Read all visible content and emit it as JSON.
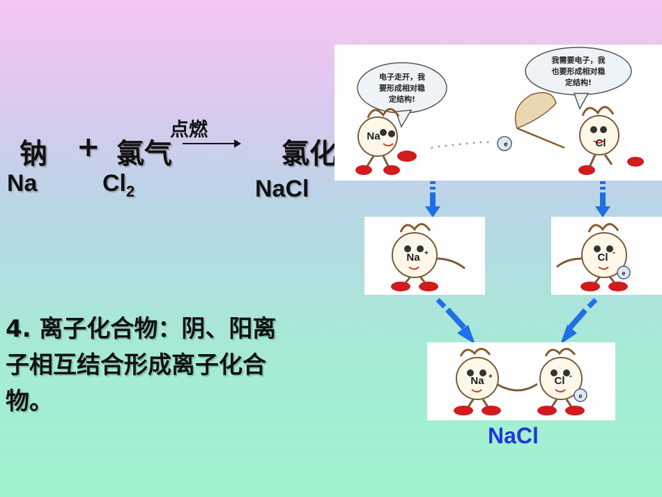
{
  "equation": {
    "reactant1": "钠",
    "plus": "+",
    "reactant2": "氯气",
    "condition": "点燃",
    "product": "氯化钠",
    "formula_reactant1": "Na",
    "formula_reactant2_base": "Cl",
    "formula_reactant2_sub": "2",
    "formula_product": "NaCl"
  },
  "definition": {
    "lines": [
      "4. 离子化合物：阴、阳离",
      "子相互结合形成离子化合",
      "物。"
    ]
  },
  "illustration": {
    "bubble_left": [
      "电子走开，我",
      "要形成相对稳",
      "定结构!"
    ],
    "bubble_right": [
      "我需要电子，我",
      "也要形成相对稳",
      "定结构!"
    ],
    "atom_na": "Na",
    "atom_cl": "Cl",
    "electron": "e",
    "ion_na": "Na",
    "ion_na_charge": "+",
    "ion_cl": "Cl",
    "ion_cl_charge": "-",
    "product_label": "NaCl",
    "arrow_color": "#1f6fe6"
  }
}
